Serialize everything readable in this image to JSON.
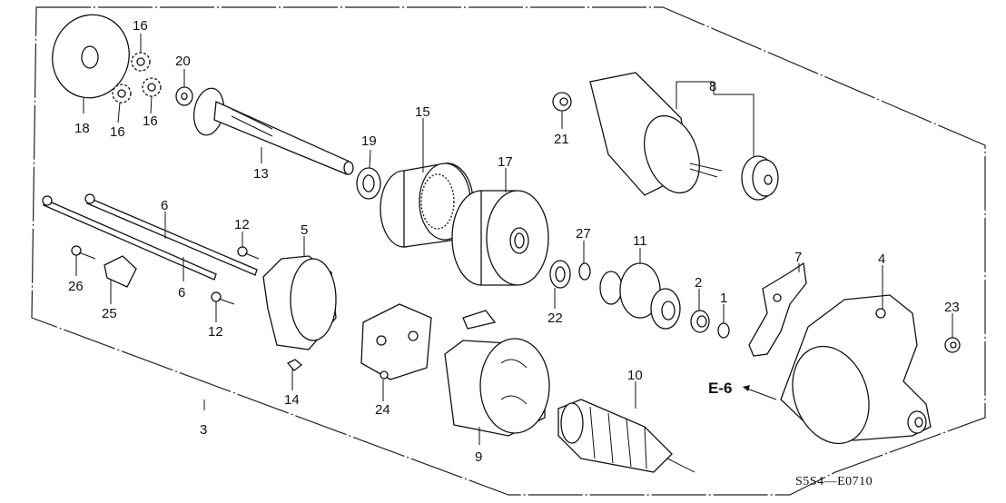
{
  "diagram": {
    "title": "Starter Motor Assembly exploded view",
    "callouts": {
      "p1": "1",
      "p2": "2",
      "p3": "3",
      "p4": "4",
      "p5": "5",
      "p6a": "6",
      "p6b": "6",
      "p7": "7",
      "p8": "8",
      "p9": "9",
      "p10": "10",
      "p11": "11",
      "p12a": "12",
      "p12b": "12",
      "p13": "13",
      "p14": "14",
      "p15": "15",
      "p16a": "16",
      "p16b": "16",
      "p16c": "16",
      "p17": "17",
      "p18": "18",
      "p19": "19",
      "p20": "20",
      "p21": "21",
      "p22": "22",
      "p23": "23",
      "p24": "24",
      "p25": "25",
      "p26": "26",
      "p27": "27"
    },
    "reference": "E-6",
    "diagram_code": "S5S4—E0710"
  }
}
